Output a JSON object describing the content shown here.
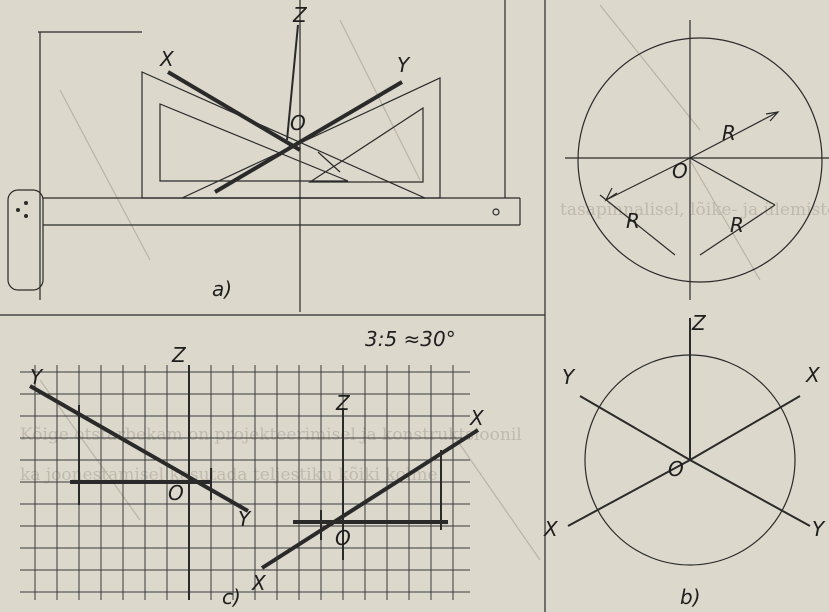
{
  "figure_a": {
    "caption": "a)",
    "axis_z": "Z",
    "axis_x": "X",
    "axis_y": "Y",
    "origin": "O"
  },
  "figure_b": {
    "caption": "b)",
    "axis_z": "Z",
    "axis_x": "X",
    "axis_y_top": "Y",
    "axis_x_bottom": "X",
    "axis_y_bottom": "Y",
    "origin": "O"
  },
  "figure_c": {
    "caption": "c)",
    "ratio": "3:5 ≈30°",
    "left_axis_z": "Z",
    "left_axis_y_top": "Y",
    "left_axis_y_bottom": "Y",
    "left_origin": "O",
    "right_axis_z": "Z",
    "right_axis_x_top": "X",
    "right_axis_x_bottom": "X",
    "right_origin": "O"
  },
  "circle_figure": {
    "origin": "O",
    "radius_top": "R",
    "radius_left": "R",
    "radius_right": "R"
  },
  "background_text": [
    "tasapinnalisel, lõike- ja ülemistele parempoolsetele",
    "Kõige otstarbekam on projekteerimisel ja konstruktsioonil",
    "ka joonestamisel kasutada teljestiku kõiki kolme"
  ]
}
